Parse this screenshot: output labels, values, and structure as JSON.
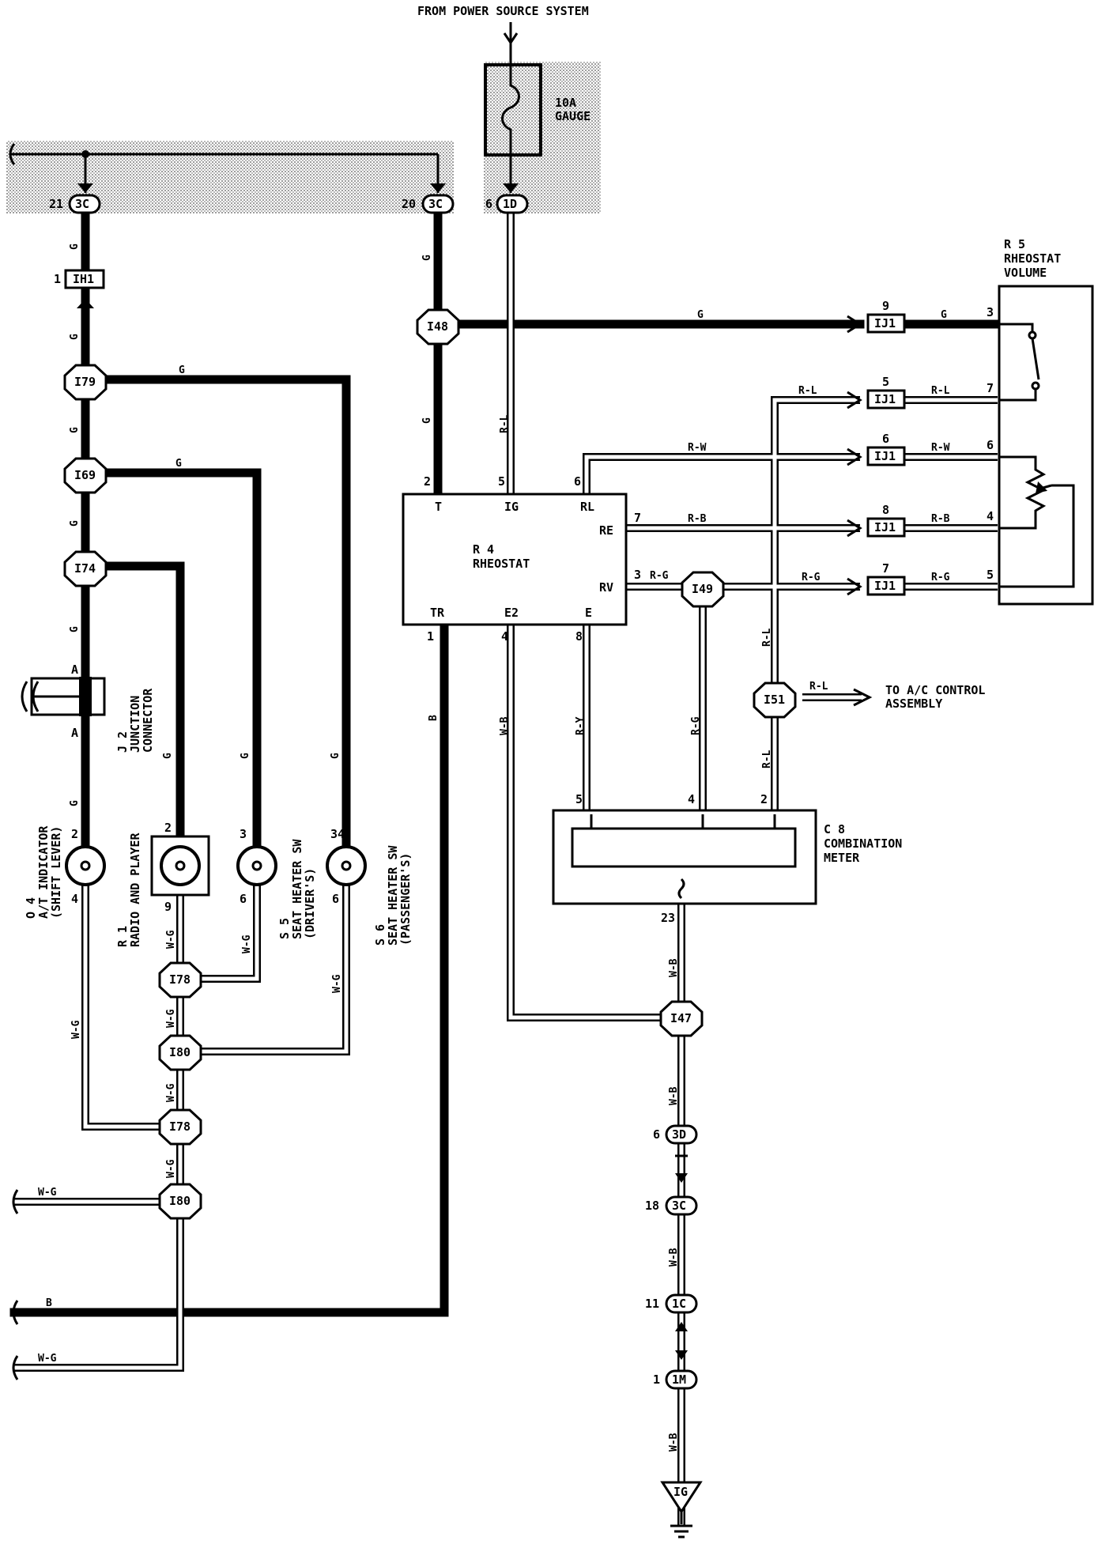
{
  "header": {
    "power_source": "FROM POWER SOURCE SYSTEM"
  },
  "fuse": {
    "line1": "10A",
    "line2": "GAUGE"
  },
  "components": {
    "r4": {
      "id": "R 4",
      "name": "RHEOSTAT",
      "pins": {
        "T": "T",
        "IG": "IG",
        "RL": "RL",
        "RE": "RE",
        "RV": "RV",
        "TR": "TR",
        "E2": "E2",
        "E": "E"
      }
    },
    "r5": {
      "id": "R 5",
      "line1": "RHEOSTAT",
      "line2": "VOLUME"
    },
    "c8": {
      "id": "C 8",
      "line1": "COMBINATION",
      "line2": "METER"
    },
    "o4": {
      "id": "O 4",
      "line1": "A/T INDICATOR",
      "line2": "(SHIFT LEVER)"
    },
    "r1": {
      "id": "R 1",
      "line1": "RADIO AND PLAYER"
    },
    "s5": {
      "id": "S 5",
      "line1": "SEAT HEATER SW",
      "line2": "(DRIVER'S)"
    },
    "s6": {
      "id": "S 6",
      "line1": "SEAT HEATER SW",
      "line2": "(PASSENGER'S)"
    },
    "j2": {
      "id": "J 2",
      "line1": "JUNCTION",
      "line2": "CONNECTOR"
    }
  },
  "connectors": {
    "c3c_a": "3C",
    "c3c_b": "3C",
    "c1d": "1D",
    "ih1": "IH1",
    "i48": "I48",
    "i79": "I79",
    "i69": "I69",
    "i74": "I74",
    "i49": "I49",
    "i51": "I51",
    "i47": "I47",
    "i78a": "I78",
    "i80a": "I80",
    "i78b": "I78",
    "i80b": "I80",
    "ij1_1": "IJ1",
    "ij1_2": "IJ1",
    "ij1_3": "IJ1",
    "ij1_4": "IJ1",
    "ij1_5": "IJ1",
    "c3d": "3D",
    "c3c_c": "3C",
    "c1c": "1C",
    "c1m": "1M",
    "ground": "IG"
  },
  "pins": {
    "p21": "21",
    "p20": "20",
    "p6a": "6",
    "p1": "1",
    "r4_t": "2",
    "r4_ig": "5",
    "r4_rl": "6",
    "r4_re": "7",
    "r4_rv": "3",
    "r4_tr": "1",
    "r4_e2": "4",
    "r4_e": "8",
    "ij_9": "9",
    "ij_5": "5",
    "ij_6": "6",
    "ij_8": "8",
    "ij_7": "7",
    "r5_3": "3",
    "r5_7": "7",
    "r5_6": "6",
    "r5_4": "4",
    "r5_5": "5",
    "c8_5": "5",
    "c8_4": "4",
    "c8_2": "2",
    "c8_23": "23",
    "o4_2": "2",
    "o4_4": "4",
    "r1_2": "2",
    "r1_9": "9",
    "s5_3": "3",
    "s5_6": "6",
    "s6_34": "34",
    "s6_6": "6",
    "p3d": "6",
    "p3c": "18",
    "p1c": "11",
    "p1m": "1",
    "j2_a1": "A",
    "j2_a2": "A"
  },
  "wire_labels": {
    "g": "G",
    "rl": "R-L",
    "rw": "R-W",
    "rb": "R-B",
    "rg": "R-G",
    "ry": "R-Y",
    "wb": "W-B",
    "wg": "W-G",
    "b": "B"
  },
  "ac_control": {
    "line1": "TO A/C CONTROL",
    "line2": "ASSEMBLY"
  }
}
